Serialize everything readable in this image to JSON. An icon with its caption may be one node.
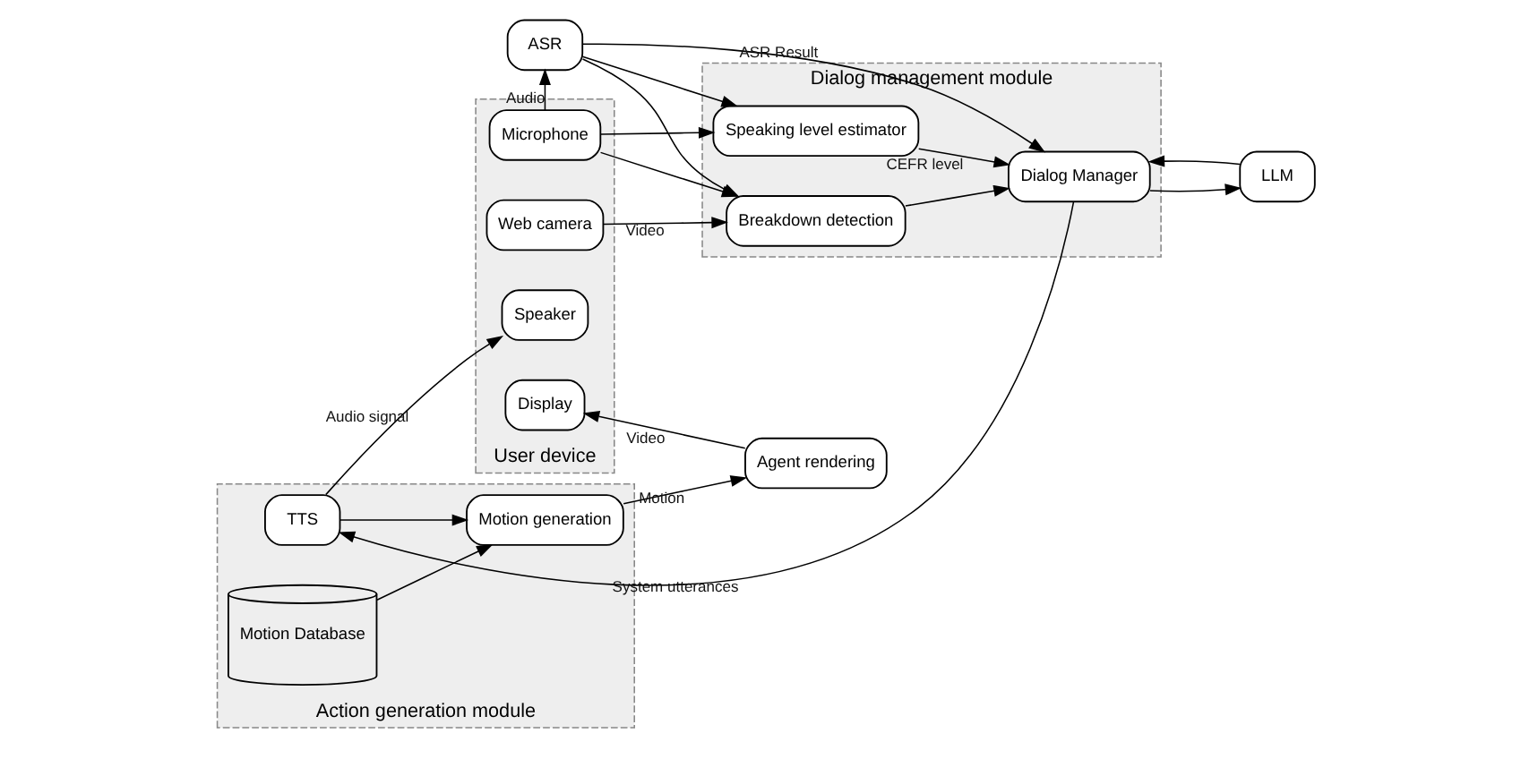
{
  "diagram": {
    "nodes": [
      {
        "text": [
          "User device"
        ]
      },
      {
        "text": [
          "Microphone"
        ],
        "in": 0
      },
      {
        "text": [
          "Web camera"
        ],
        "in": 0
      },
      {
        "text": [
          "Speaker"
        ],
        "in": 0
      },
      {
        "text": [
          "Display"
        ],
        "in": 0
      },
      {
        "text": [
          "ASR"
        ]
      },
      {
        "text": [
          "Dialog management module"
        ]
      },
      {
        "text": [
          "Speaking level estimator"
        ],
        "in": 6
      },
      {
        "text": [
          "Breakdown detection"
        ],
        "in": 6
      },
      {
        "text": [
          "Dialog Manager"
        ],
        "in": 6
      },
      {
        "text": [
          "LLM"
        ]
      },
      {
        "text": [
          "Action generation module"
        ]
      },
      {
        "text": [
          "TTS"
        ],
        "in": 11
      },
      {
        "text": [
          "Motion generation"
        ],
        "in": 11
      },
      {
        "text": [
          "Motion Database"
        ],
        "in": 11
      },
      {
        "text": [
          "Agent rendering"
        ]
      }
    ],
    "edges": [
      {
        "from": 1,
        "to": 5,
        "arrow": "to",
        "label": "Audio"
      },
      {
        "from": 5,
        "to": 9,
        "arrow": "to",
        "label": "ASR Result"
      },
      {
        "from": 5,
        "to": 7,
        "arrow": "to"
      },
      {
        "from": 5,
        "to": 8,
        "arrow": "to"
      },
      {
        "from": 1,
        "to": 7,
        "arrow": "to"
      },
      {
        "from": 1,
        "to": 8,
        "arrow": "to"
      },
      {
        "from": 2,
        "to": 8,
        "arrow": "to",
        "label": "Video"
      },
      {
        "from": 7,
        "to": 9,
        "arrow": "to",
        "label": "CEFR level"
      },
      {
        "from": 8,
        "to": 9,
        "arrow": "to"
      },
      {
        "from": 9,
        "to": 10,
        "arrow": "to"
      },
      {
        "from": 10,
        "to": 9,
        "arrow": "to"
      },
      {
        "from": 9,
        "to": 12,
        "arrow": "to",
        "label": "System utterances"
      },
      {
        "from": 12,
        "to": 3,
        "arrow": "to",
        "label": "Audio signal"
      },
      {
        "from": 12,
        "to": 13,
        "arrow": "to"
      },
      {
        "from": 14,
        "to": 13,
        "arrow": "to"
      },
      {
        "from": 13,
        "to": 15,
        "arrow": "to",
        "label": "Motion"
      },
      {
        "from": 15,
        "to": 4,
        "arrow": "to",
        "label": "Video"
      }
    ]
  }
}
